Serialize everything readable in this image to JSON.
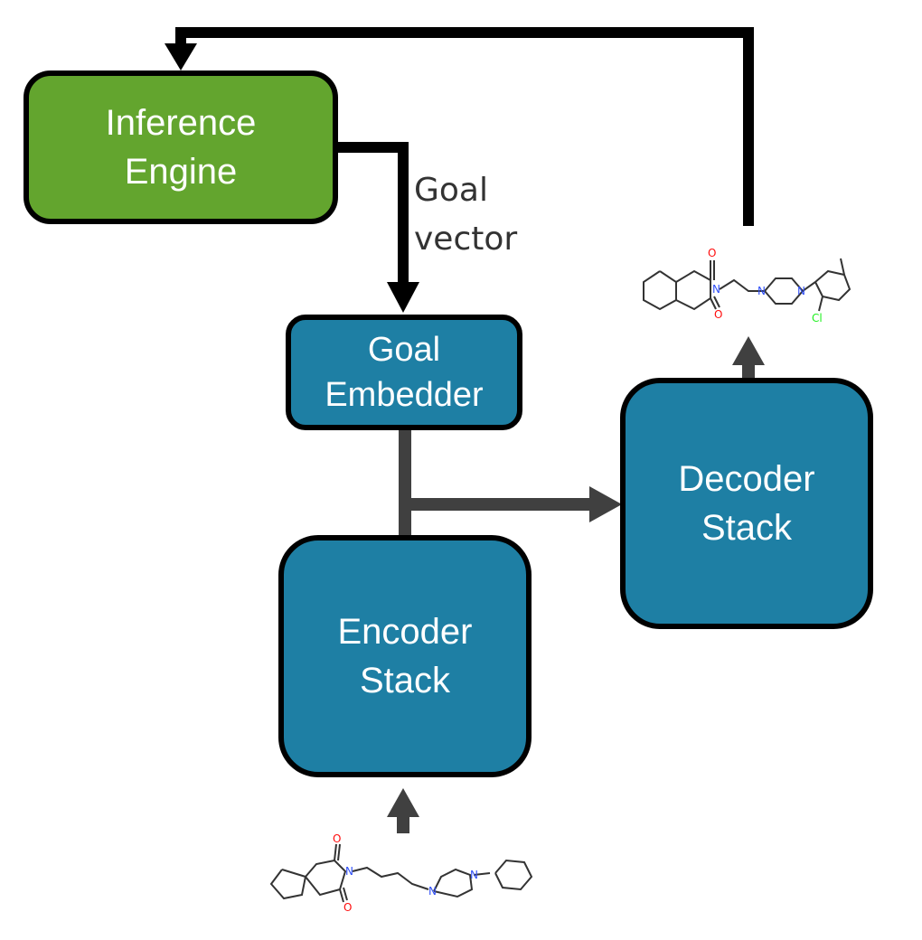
{
  "nodes": {
    "inference_engine": {
      "label": "Inference\nEngine",
      "color": "#63a52e"
    },
    "goal_embedder": {
      "label": "Goal\nEmbedder",
      "color": "#1e7fa4"
    },
    "encoder_stack": {
      "label": "Encoder\nStack",
      "color": "#1e7fa4"
    },
    "decoder_stack": {
      "label": "Decoder\nStack",
      "color": "#1e7fa4"
    }
  },
  "edges": {
    "goal_vector_label": "Goal\nvector"
  },
  "molecules": {
    "input": {
      "atom_labels": [
        "O",
        "N",
        "O",
        "N",
        "N"
      ]
    },
    "output": {
      "atom_labels": [
        "O",
        "N",
        "O",
        "N",
        "N",
        "Cl"
      ]
    }
  },
  "colors": {
    "feedback_arrow": "#000000",
    "data_arrow": "#404040",
    "oxygen": "#ff0d0d",
    "nitrogen": "#3050f8",
    "chlorine": "#1ff01f"
  }
}
